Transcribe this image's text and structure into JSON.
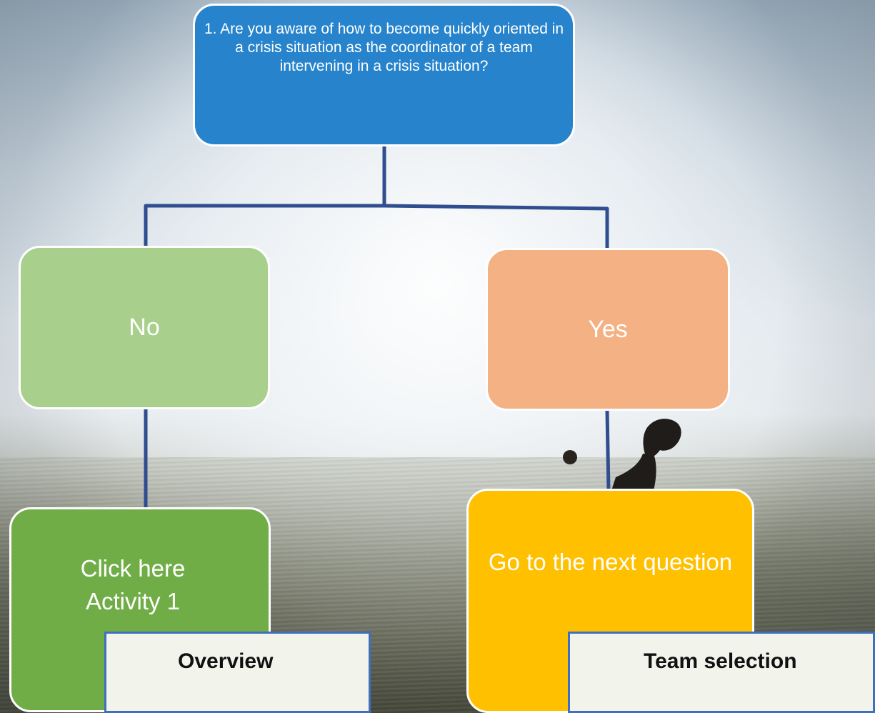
{
  "diagram": {
    "question": "1. Are you aware of how to become quickly oriented in a crisis situation as the coordinator of a team intervening in a crisis situation?",
    "branch_no": {
      "label": "No",
      "action_line1": "Click here",
      "action_line2": "Activity 1"
    },
    "branch_yes": {
      "label": "Yes",
      "action": "Go to the next question"
    }
  },
  "tags": {
    "overview": "Overview",
    "team_selection": "Team selection"
  },
  "colors": {
    "question_fill": "#2784cc",
    "no_fill": "#a8cf8b",
    "yes_fill": "#f4b183",
    "activity_fill": "#70ad47",
    "next_fill": "#ffc000",
    "connector": "#2f4d8f",
    "tag_border": "#3f6fbf"
  }
}
